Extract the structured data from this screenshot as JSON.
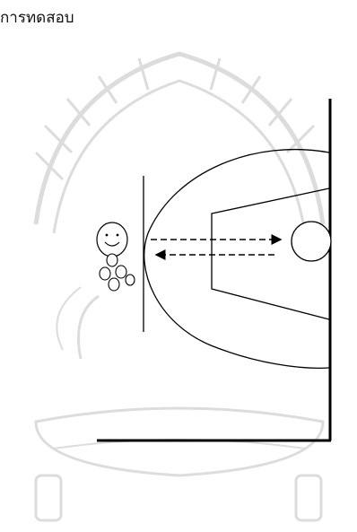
{
  "caption": "การทดสอบ",
  "diagram": {
    "arrow_outbound": {
      "direction": "right",
      "style": "dashed"
    },
    "arrow_return": {
      "direction": "left",
      "style": "dashed"
    },
    "ball_count": 4
  },
  "colors": {
    "line": "#000000",
    "watermark": "#d9d9d9"
  }
}
